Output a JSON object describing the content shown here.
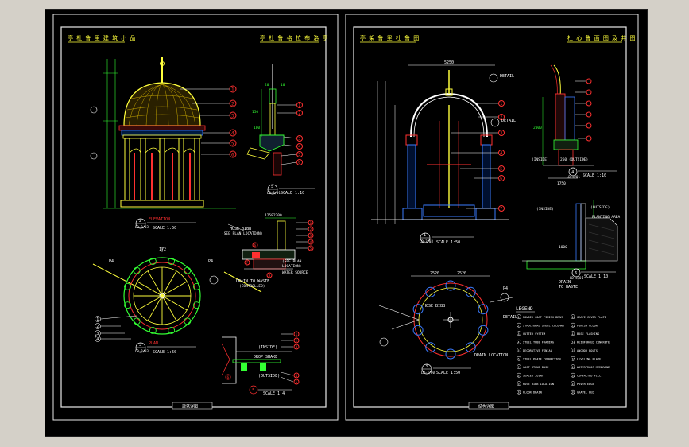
{
  "sheets": {
    "left": {
      "title_left": "亭 杜 鲁 里 建 筑 小 品",
      "title_right": "亭 杜 鲁 格 拉 布 洛 亭",
      "footer": "一 建筑详图 一"
    },
    "right": {
      "title_left": "亭 架 鲁 里 杜 鲁 图",
      "title_right": "杜 心 鲁 面 图 及 井 图",
      "footer": "一 结构详图 一"
    }
  },
  "left_views": {
    "elevation": {
      "num": "2",
      "ref": "LD-3/03",
      "label": "ELEVATION",
      "scale": "SCALE 1:50",
      "callouts": [
        "1",
        "2",
        "3",
        "4",
        "5",
        "6"
      ]
    },
    "plan": {
      "num": "3",
      "ref": "LD-3/03",
      "label": "PLAN",
      "scale": "SCALE 1:50",
      "p4a": "P4",
      "p4b": "P4",
      "dim_top": "172",
      "callouts": [
        "1",
        "2",
        "3",
        "4"
      ]
    },
    "section_top": {
      "num": "5",
      "ref": "LD-3/01",
      "scale": "SCALE 1:10",
      "callouts": [
        "1",
        "2",
        "3",
        "4",
        "5",
        "6"
      ],
      "dims": [
        "20",
        "10",
        "150",
        "100"
      ]
    },
    "detail_mid": {
      "hose": "HOSE BIBB",
      "hose_note": "(SEE PLAN LOCATION)",
      "plan_note_1": "(SEE PLAN",
      "plan_note_2": "LOCATION)",
      "water": "WATER SOURCE",
      "drain_1": "DRAIN TO WASTE",
      "drain_2": "(CONTROLLED)",
      "dim": "12582200",
      "callouts": [
        "1",
        "2",
        "3",
        "4",
        "5",
        "6",
        "7",
        "8"
      ]
    },
    "detail_low": {
      "inside": "(INSIDE)",
      "outside": "(OUTSIDE)",
      "drop": "DROP SHAKE",
      "num": "5",
      "scale": "SCALE 1:4",
      "callouts": [
        "1",
        "2",
        "3",
        "4",
        "5",
        "6"
      ]
    }
  },
  "right_views": {
    "elevation": {
      "num": "1",
      "ref": "LD-3/03",
      "scale": "SCALE 1:50",
      "detail_a": "DETAIL",
      "detail_b": "DETAIL",
      "dim_top": "5250",
      "callouts": [
        "1",
        "2",
        "3",
        "4",
        "5",
        "6",
        "7"
      ]
    },
    "section": {
      "num": "4",
      "ref": "LD-3/01",
      "scale": "SCALE 1:10",
      "outside": "250 (OUTSIDE)",
      "inside": "(INSIDE)",
      "dims": [
        "2000",
        "1750"
      ]
    },
    "detail_planting": {
      "outside": "(OUTSIDE)",
      "inside": "(INSIDE)",
      "planting": "PLANTING AREA",
      "num": "6",
      "ref": "LD-3/01",
      "scale": "SCALE 1:10",
      "drain_1": "DRAIN",
      "drain_2": "TO WASTE",
      "dim": "1000"
    },
    "plan": {
      "num": "3",
      "ref": "LD-3/00",
      "hose": "HOSE BIBB",
      "drain": "DRAIN LOCATION",
      "detail": "DETAIL",
      "p4": "P4",
      "dims": [
        "2520",
        "2520"
      ],
      "scale": "SCALE 1:50"
    }
  },
  "legend": {
    "title": "LEGEND",
    "items_left": [
      "POWDER COAT FINISH BEAM",
      "STRUCTURAL STEEL COLUMNS",
      "GUTTER SYSTEM",
      "STEEL TUBE FRAMING",
      "DECORATIVE FINIAL",
      "STEEL PLATE CONNECTION",
      "CAST STONE BASE",
      "SEALED JOINT",
      "HOSE BIBB LOCATION",
      "FLOOR DRAIN"
    ],
    "items_right": [
      "GRATE COVER PLATE",
      "FINISH FLOOR",
      "BASE FLASHING",
      "REINFORCED CONCRETE",
      "ANCHOR BOLTS",
      "LEVELING PLATE",
      "WATERPROOF MEMBRANE",
      "COMPACTED FILL",
      "PAVER EDGE",
      "GRAVEL BED"
    ]
  },
  "colors": {
    "background": "#000000",
    "frame": "#ffffff",
    "title": "#ffff3c",
    "dim": "#33ff33",
    "callout": "#ff3030"
  }
}
